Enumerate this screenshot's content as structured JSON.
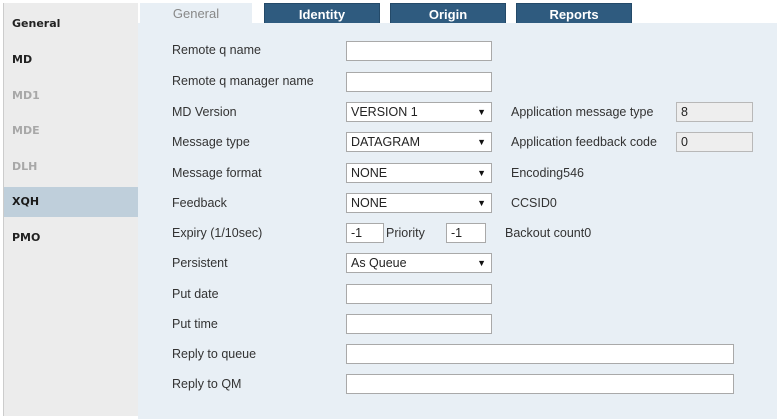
{
  "sidebar": {
    "items": [
      {
        "label": "General"
      },
      {
        "label": "MD"
      },
      {
        "label": "MD1"
      },
      {
        "label": "MDE"
      },
      {
        "label": "DLH"
      },
      {
        "label": "XQH"
      },
      {
        "label": "PMO"
      }
    ]
  },
  "tabs": [
    {
      "label": "General"
    },
    {
      "label": "Identity"
    },
    {
      "label": "Origin"
    },
    {
      "label": "Reports"
    }
  ],
  "form": {
    "remote_q_name": {
      "label": "Remote q name",
      "value": ""
    },
    "remote_q_manager_name": {
      "label": "Remote q manager name",
      "value": ""
    },
    "md_version": {
      "label": "MD Version",
      "value": "VERSION 1"
    },
    "message_type": {
      "label": "Message type",
      "value": "DATAGRAM"
    },
    "message_format": {
      "label": "Message format",
      "value": "NONE"
    },
    "feedback": {
      "label": "Feedback",
      "value": "NONE"
    },
    "expiry": {
      "label": "Expiry (1/10sec)",
      "value": "-1"
    },
    "priority": {
      "label": "Priority",
      "value": "-1"
    },
    "persistent": {
      "label": "Persistent",
      "value": "As Queue"
    },
    "put_date": {
      "label": "Put date",
      "value": ""
    },
    "put_time": {
      "label": "Put time",
      "value": ""
    },
    "reply_to_queue": {
      "label": "Reply to queue",
      "value": ""
    },
    "reply_to_qm": {
      "label": "Reply to QM",
      "value": ""
    },
    "application_message_type": {
      "label": "Application message type",
      "value": "8"
    },
    "application_feedback_code": {
      "label": "Application feedback code",
      "value": "0"
    },
    "encoding": {
      "label": "Encoding546"
    },
    "ccsid": {
      "label": "CCSID0"
    },
    "backout_count": {
      "label": "Backout count0"
    }
  },
  "icons": {
    "dropdown": "chevron-down-icon"
  },
  "colors": {
    "tab_active_bg": "#e8eff5",
    "tab_inactive_bg": "#2f5b7f",
    "sidebar_bg": "#ececec",
    "sidebar_selected_bg": "#bfcfdb",
    "panel_bg": "#e8eff5"
  }
}
